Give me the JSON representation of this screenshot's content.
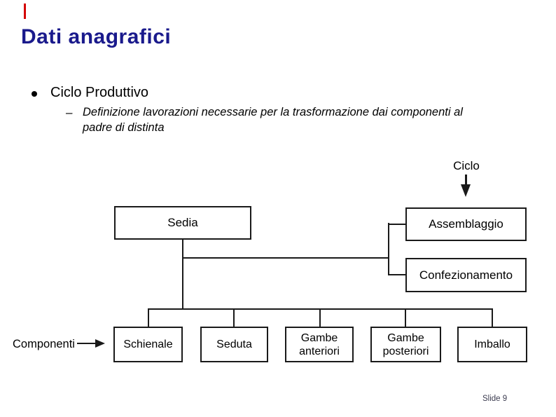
{
  "slide": {
    "title": "Dati anagrafici",
    "footer": "Slide 9",
    "accent_color": "#d40000",
    "title_color": "#1a1a8c",
    "line_color": "#1a1a1a",
    "background_color": "#ffffff"
  },
  "content": {
    "bullet": "Ciclo Produttivo",
    "sub_dash": "–",
    "sub_lines": [
      "Definizione lavorazioni necessarie per la trasformazione dai componenti al",
      "padre di distinta"
    ]
  },
  "diagram": {
    "ciclo_label": "Ciclo",
    "componenti_label": "Componenti",
    "boxes": {
      "sedia": "Sedia",
      "assemblaggio": "Assemblaggio",
      "confezionamento": "Confezionamento",
      "schienale": "Schienale",
      "seduta": "Seduta",
      "gambe_anteriori": "Gambe anteriori",
      "gambe_posteriori": "Gambe posteriori",
      "imballo": "Imballo"
    }
  }
}
